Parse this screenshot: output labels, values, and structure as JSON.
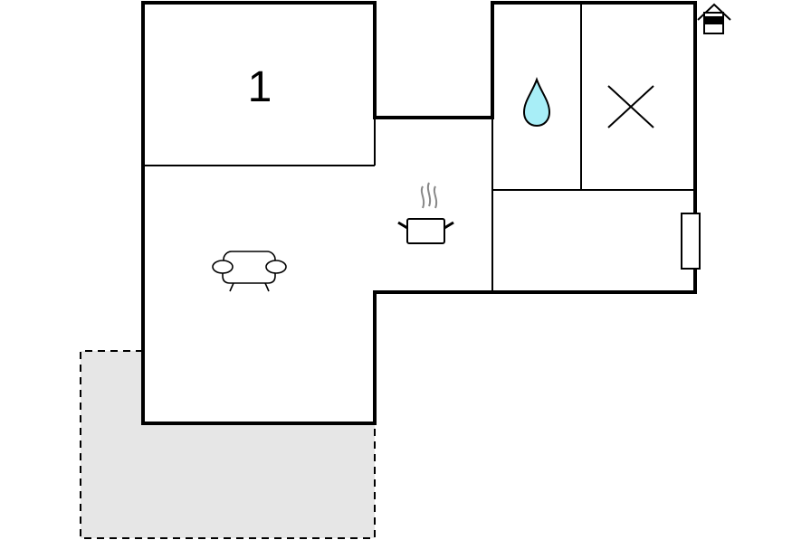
{
  "floor_plan": {
    "rooms": [
      {
        "id": "bedroom",
        "label": "1",
        "icon": "room-number"
      },
      {
        "id": "living-room",
        "icon": "sofa-icon"
      },
      {
        "id": "kitchen",
        "icon": "cooking-pot-icon"
      },
      {
        "id": "bathroom",
        "icon": "water-drop-icon"
      },
      {
        "id": "technical-room",
        "icon": "cross-icon"
      },
      {
        "id": "hallway",
        "icon": "door-icon"
      }
    ],
    "entrance_icon": "house-entrance-icon",
    "terrace": {
      "style": "dashed"
    },
    "colors": {
      "wall": "#000000",
      "terrace_fill": "#e6e6e6",
      "water": "#a8eef7",
      "steam": "#888888"
    }
  }
}
